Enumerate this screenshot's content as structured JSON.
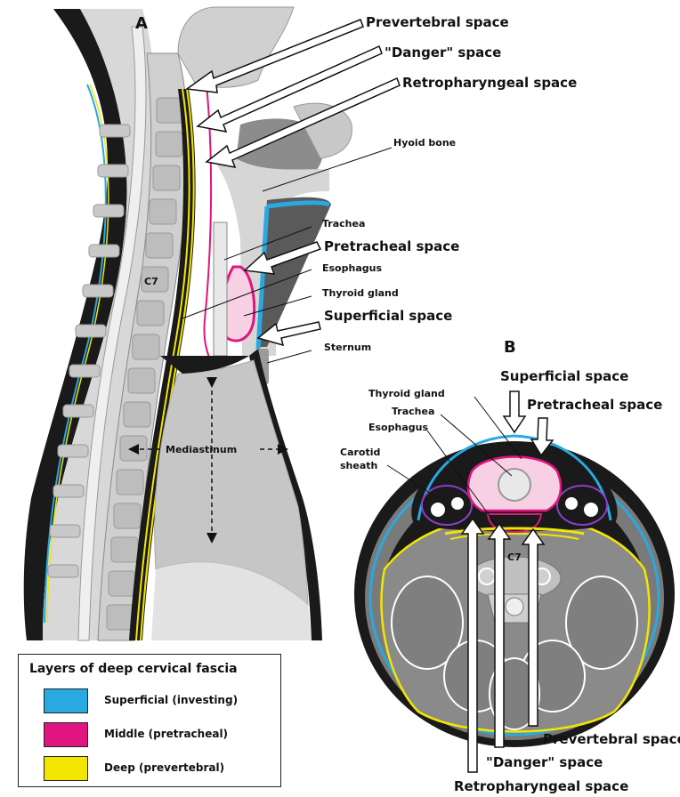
{
  "panels": {
    "a_label": "A",
    "b_label": "B"
  },
  "colors": {
    "superficial": "#29a9e0",
    "middle": "#e0157f",
    "deep": "#f2e600",
    "bone": "#d4d4d4",
    "soft_tissue": "#a9a9a9",
    "dark": "#1a1a1a"
  },
  "panel_a": {
    "prevertebral_space": "Prevertebral space",
    "danger_space": "\"Danger\" space",
    "retropharyngeal_space": "Retropharyngeal space",
    "hyoid_bone": "Hyoid bone",
    "trachea": "Trachea",
    "pretracheal_space": "Pretracheal space",
    "esophagus": "Esophagus",
    "thyroid_gland": "Thyroid gland",
    "superficial_space": "Superficial space",
    "sternum": "Sternum",
    "c7": "C7",
    "mediastinum": "Mediastinum"
  },
  "panel_b": {
    "superficial_space": "Superficial space",
    "thyroid_gland": "Thyroid gland",
    "trachea": "Trachea",
    "pretracheal_space": "Pretracheal space",
    "esophagus": "Esophagus",
    "carotid_sheath_line1": "Carotid",
    "carotid_sheath_line2": "sheath",
    "c7": "C7",
    "prevertebral_space": "Prevertebral space",
    "danger_space": "\"Danger\" space",
    "retropharyngeal_space": "Retropharyngeal space"
  },
  "legend": {
    "title": "Layers of deep cervical fascia",
    "items": [
      {
        "label": "Superficial (investing)",
        "color": "#29a9e0"
      },
      {
        "label": "Middle (pretracheal)",
        "color": "#e0157f"
      },
      {
        "label": "Deep (prevertebral)",
        "color": "#f2e600"
      }
    ]
  }
}
